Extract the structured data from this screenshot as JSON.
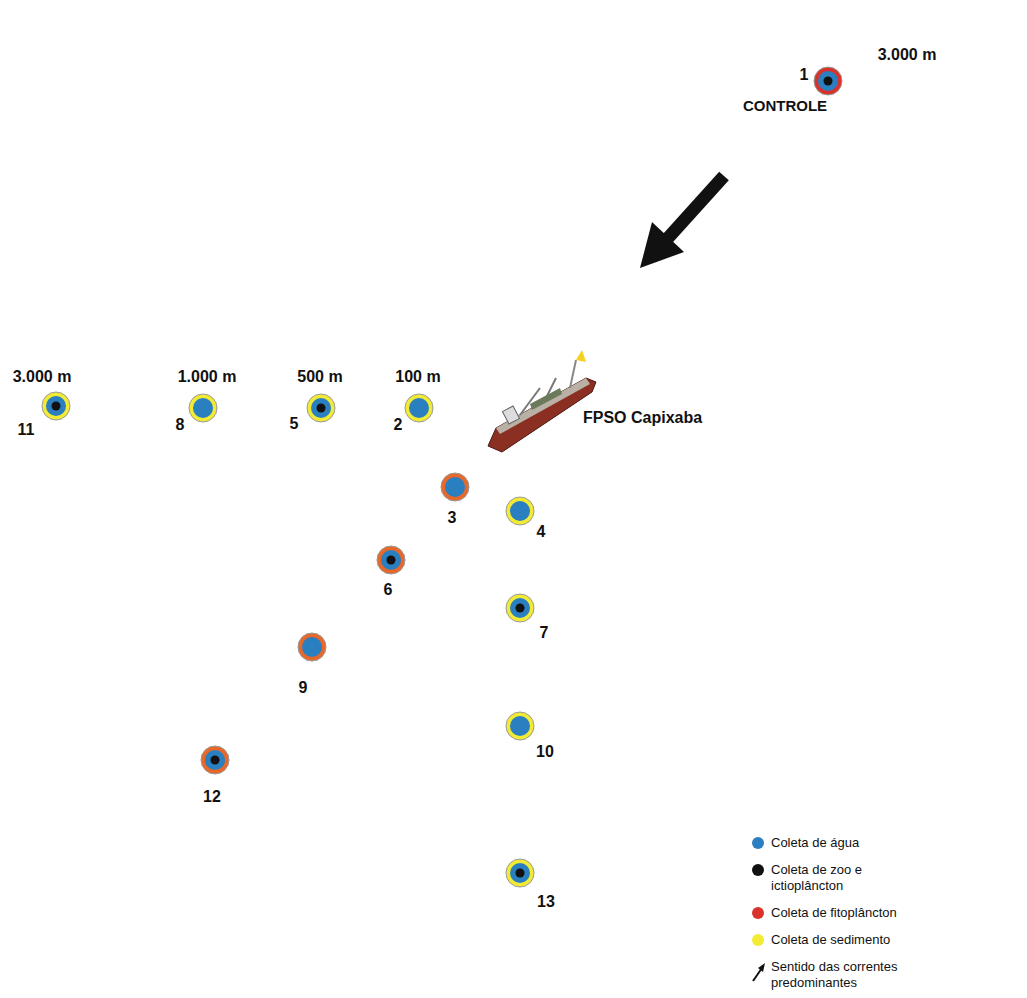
{
  "diagram": {
    "nodes": [
      {
        "text": [
          "3.000 m",
          "1",
          "CONTROLE"
        ]
      },
      {
        "text": [
          "3.000 m",
          "11"
        ]
      },
      {
        "text": [
          "1.000 m",
          "8"
        ]
      },
      {
        "text": [
          "500 m",
          "5"
        ]
      },
      {
        "text": [
          "100 m",
          "2"
        ]
      },
      {
        "text": [
          "3"
        ]
      },
      {
        "text": [
          "4"
        ]
      },
      {
        "text": [
          "6"
        ]
      },
      {
        "text": [
          "7"
        ]
      },
      {
        "text": [
          "9"
        ]
      },
      {
        "text": [
          "10"
        ]
      },
      {
        "text": [
          "12"
        ]
      },
      {
        "text": [
          "13"
        ]
      }
    ],
    "labels": [
      "FPSO Capixaba"
    ],
    "legend": [
      {
        "text": "Coleta de água",
        "color": "#2a7fc1"
      },
      {
        "text": "Coleta de zoo e ictioplâncton",
        "color": "#111111"
      },
      {
        "text": "Coleta de fitoplâncton",
        "color": "#d8322a"
      },
      {
        "text": "Coleta de sedimento",
        "color": "#f2ea34"
      },
      {
        "text": "Sentido das correntes predominantes"
      }
    ]
  }
}
